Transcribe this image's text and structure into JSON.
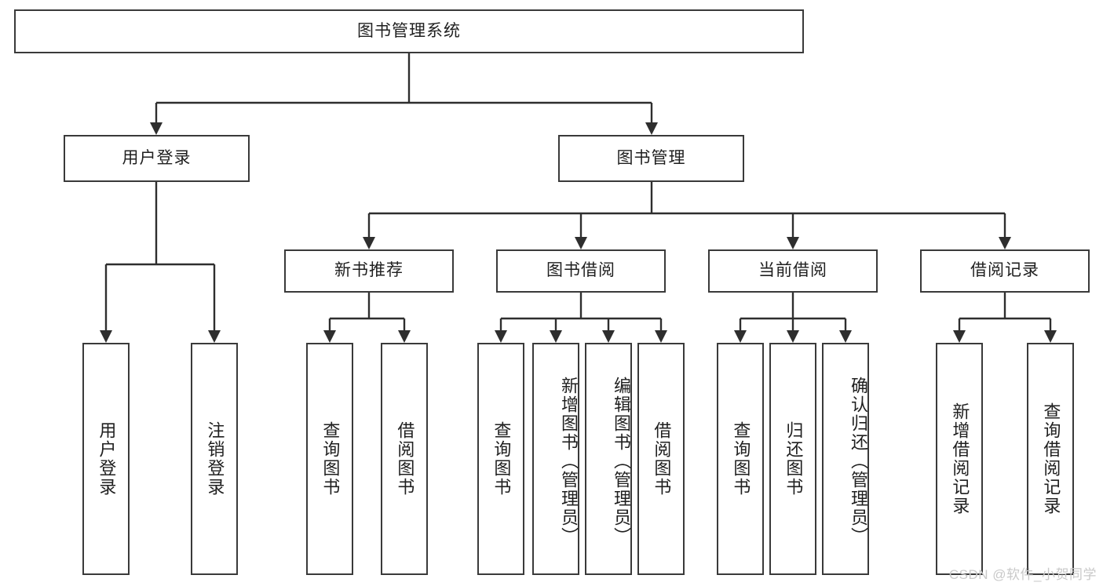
{
  "diagram": {
    "title": "图书管理系统",
    "type": "tree",
    "watermark": "CSDN @软件_小贺同学",
    "colors": {
      "box_border": "#3a3a3a",
      "box_fill": "#ffffff",
      "connector": "#2e2e2e",
      "text": "#1f1f1f",
      "watermark": "#c9c9c9",
      "background": "#ffffff"
    }
  },
  "nodes": {
    "root": {
      "label": "图书管理系统"
    },
    "level2": [
      {
        "id": "user-login",
        "label": "用户登录"
      },
      {
        "id": "book-manage",
        "label": "图书管理"
      }
    ],
    "level3": [
      {
        "id": "new-book-recommend",
        "label": "新书推荐"
      },
      {
        "id": "book-borrow",
        "label": "图书借阅"
      },
      {
        "id": "current-borrow",
        "label": "当前借阅"
      },
      {
        "id": "borrow-record",
        "label": "借阅记录"
      }
    ],
    "leaves": {
      "user-login": [
        {
          "id": "leaf-user-login",
          "label": "用户登录"
        },
        {
          "id": "leaf-user-logout",
          "label": "注销登录"
        }
      ],
      "new-book-recommend": [
        {
          "id": "leaf-query-book-1",
          "label": "查询图书"
        },
        {
          "id": "leaf-borrow-book-1",
          "label": "借阅图书"
        }
      ],
      "book-borrow": [
        {
          "id": "leaf-query-book-2",
          "label": "查询图书"
        },
        {
          "id": "leaf-add-book",
          "label": "新增图书（管理员）"
        },
        {
          "id": "leaf-edit-book",
          "label": "编辑图书（管理员）"
        },
        {
          "id": "leaf-borrow-book-2",
          "label": "借阅图书"
        }
      ],
      "current-borrow": [
        {
          "id": "leaf-query-book-3",
          "label": "查询图书"
        },
        {
          "id": "leaf-return-book",
          "label": "归还图书"
        },
        {
          "id": "leaf-confirm-return",
          "label": "确认归还（管理员）"
        }
      ],
      "borrow-record": [
        {
          "id": "leaf-add-record",
          "label": "新增借阅记录"
        },
        {
          "id": "leaf-query-record",
          "label": "查询借阅记录"
        }
      ]
    }
  }
}
